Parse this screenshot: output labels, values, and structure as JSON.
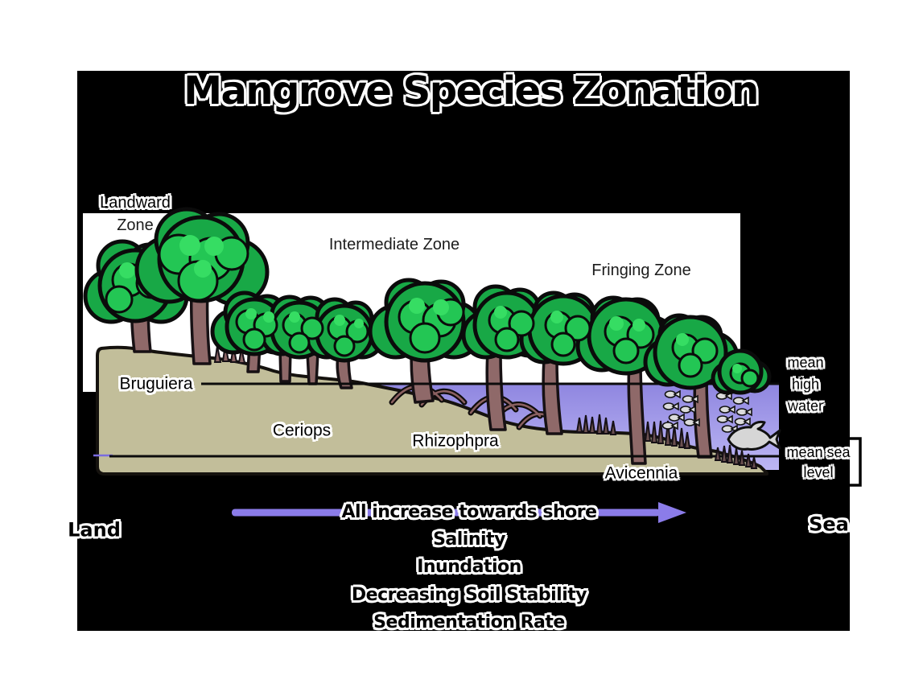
{
  "title": "Mangrove Species Zonation",
  "zones": {
    "landward": {
      "line1": "Landward",
      "line2": "Zone"
    },
    "intermediate": "Intermediate Zone",
    "fringing": "Fringing Zone"
  },
  "species": {
    "bruguiera": "Bruguiera",
    "ceriops": "Ceriops",
    "rhizophora": "Rhizophpra",
    "avicennia": "Avicennia"
  },
  "sea_levels": {
    "mean_high_water": {
      "line1": "mean",
      "line2": "high",
      "line3": "water"
    },
    "mean_sea_level": {
      "line1": "mean sea",
      "line2": "level"
    }
  },
  "shore_axis": {
    "land": "Land",
    "sea": "Sea"
  },
  "gradient_arrow": {
    "label": "All increase towards shore",
    "factors": [
      "Salinity",
      "Inundation",
      "Decreasing Soil Stability",
      "Sedimentation Rate"
    ]
  },
  "colors": {
    "background": "#000000",
    "sky": "#ffffff",
    "land": "#c2be9a",
    "water_top": "#8f86e0",
    "water_bottom": "#bcb6f4",
    "foliage": "#18a846",
    "foliage_light": "#36dd63",
    "trunk": "#8f6969",
    "arrow": "#8b7ce9",
    "fish": "#d6d6d6"
  }
}
